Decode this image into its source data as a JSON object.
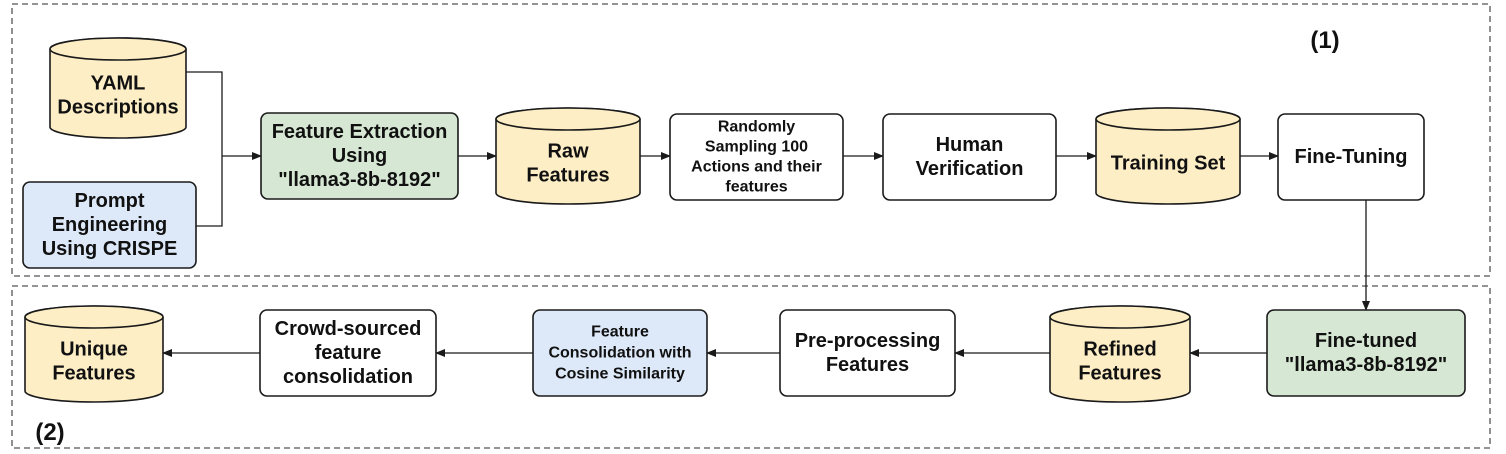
{
  "panels": {
    "top_label": "(1)",
    "bottom_label": "(2)"
  },
  "nodes": {
    "yaml": {
      "lines": [
        "YAML",
        "Descriptions"
      ]
    },
    "prompt": {
      "lines": [
        "Prompt",
        "Engineering",
        "Using CRISPE"
      ]
    },
    "extraction": {
      "lines": [
        "Feature Extraction",
        "Using",
        "\"llama3-8b-8192\""
      ]
    },
    "raw": {
      "lines": [
        "Raw",
        "Features"
      ]
    },
    "sampling": {
      "lines": [
        "Randomly",
        "Sampling 100",
        "Actions and their",
        "features"
      ]
    },
    "human": {
      "lines": [
        "Human",
        "Verification"
      ]
    },
    "training": {
      "lines": [
        "Training Set"
      ]
    },
    "finetuning": {
      "lines": [
        "Fine-Tuning"
      ]
    },
    "finetuned": {
      "lines": [
        "Fine-tuned",
        "\"llama3-8b-8192\""
      ]
    },
    "refined": {
      "lines": [
        "Refined",
        "Features"
      ]
    },
    "preprocess": {
      "lines": [
        "Pre-processing",
        "Features"
      ]
    },
    "cosine": {
      "lines": [
        "Feature",
        "Consolidation with",
        "Cosine Similarity"
      ]
    },
    "crowd": {
      "lines": [
        "Crowd-sourced",
        "feature",
        "consolidation"
      ]
    },
    "unique": {
      "lines": [
        "Unique",
        "Features"
      ]
    }
  },
  "colors": {
    "cylinder_fill": "#fdeec6",
    "green_fill": "#d6e8d3",
    "blue_fill": "#dde9f8",
    "plain_fill": "#ffffff",
    "stroke": "#1a1a1a",
    "dash": "#555555"
  }
}
